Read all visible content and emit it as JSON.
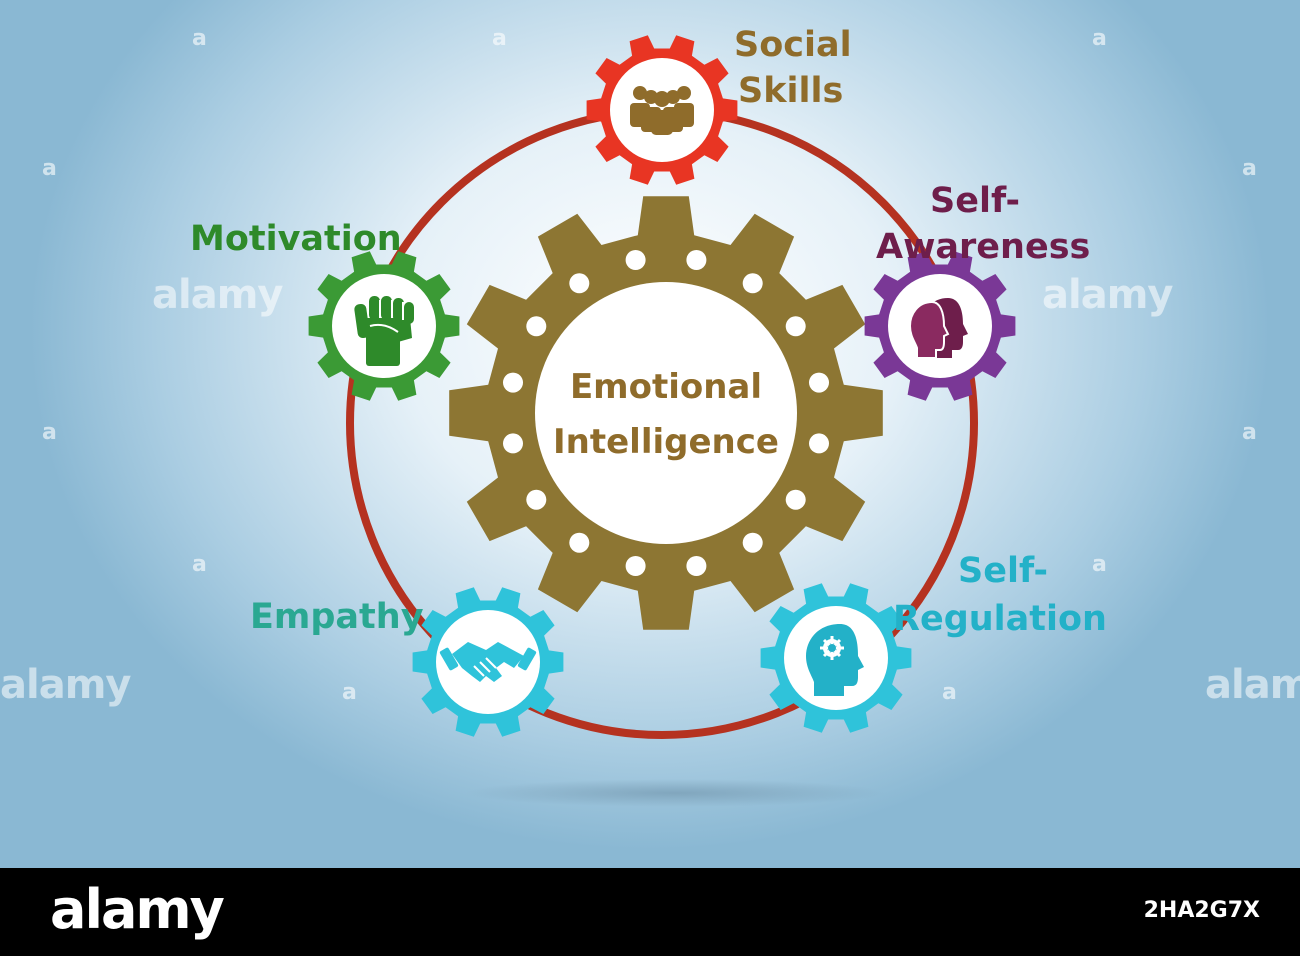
{
  "center": {
    "line1": "Emotional",
    "line2": "Intelligence"
  },
  "nodes": {
    "social": {
      "line1": "Social",
      "line2": "Skills",
      "color": "#e83523",
      "text_color": "#8f6c2b"
    },
    "awareness": {
      "line1": "Self-",
      "line2": "Awareness",
      "color": "#7a3896",
      "text_color": "#6e1e4b"
    },
    "regulation": {
      "line1": "Self-",
      "line2": "Regulation",
      "color": "#2fc3da",
      "text_color": "#23b1c8"
    },
    "empathy": {
      "line1": "Empathy",
      "color": "#2fc3da",
      "text_color": "#2aa892"
    },
    "motivation": {
      "line1": "Motivation",
      "color": "#3b9a35",
      "text_color": "#2e8a2a"
    }
  },
  "colors": {
    "ring": "#b53220",
    "main_gear": "#8d7633"
  },
  "watermark": {
    "brand": "alamy",
    "glyph": "a",
    "image_id": "2HA2G7X"
  }
}
